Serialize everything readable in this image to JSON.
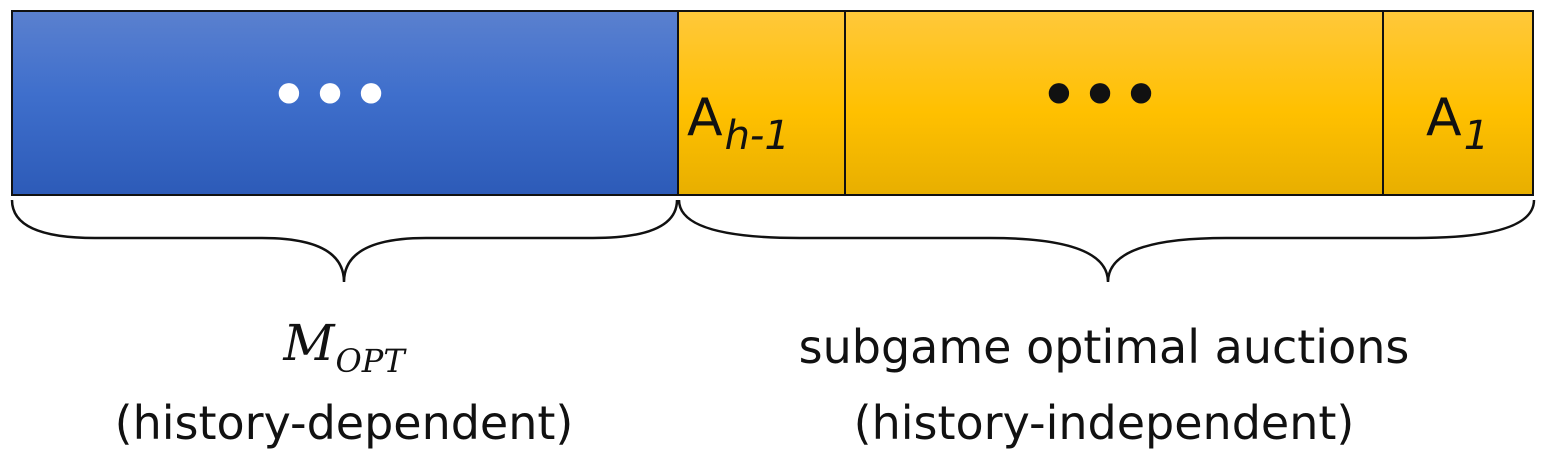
{
  "diagram": {
    "segments": {
      "history_dots": "•••",
      "auction_dots": "•••",
      "auction_h_minus_1": {
        "base": "A",
        "sub": "h-1"
      },
      "auction_1": {
        "base": "A",
        "sub": "1"
      }
    },
    "captions": {
      "left": {
        "symbol_base": "M",
        "symbol_sub": "OPT",
        "note": "(history-dependent)"
      },
      "right": {
        "title": "subgame optimal auctions",
        "note": "(history-independent)"
      }
    },
    "colors": {
      "history_block": "#3f6fcc",
      "auction_block": "#ffc000",
      "outline": "#111111"
    }
  }
}
